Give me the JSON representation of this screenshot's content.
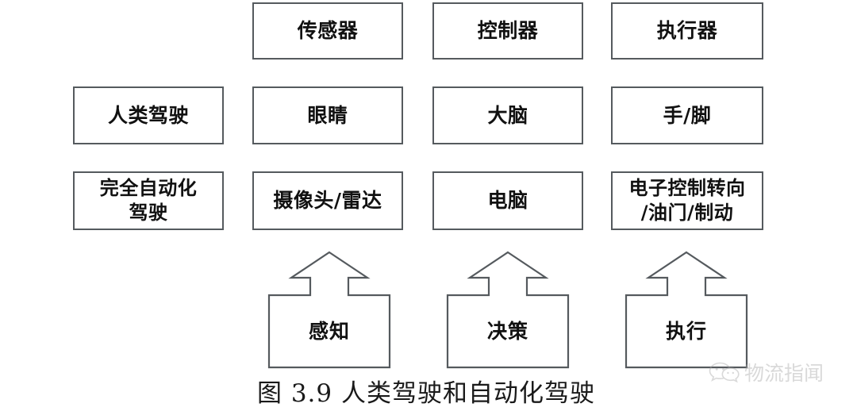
{
  "figure": {
    "caption": "图 3.9  人类驾驶和自动化驾驶",
    "background_color": "#ffffff",
    "box_border_color": "#555a5e",
    "text_color": "#111111"
  },
  "grid": {
    "rows": [
      {
        "id": "function-row",
        "row_label": "",
        "cells": [
          {
            "label": "",
            "present": false
          },
          {
            "label": "传感器",
            "present": true
          },
          {
            "label": "控制器",
            "present": true
          },
          {
            "label": "执行器",
            "present": true
          }
        ]
      },
      {
        "id": "human-driving-row",
        "row_label": "人类驾驶",
        "cells": [
          {
            "label": "人类驾驶",
            "present": true
          },
          {
            "label": "眼睛",
            "present": true
          },
          {
            "label": "大脑",
            "present": true
          },
          {
            "label": "手/脚",
            "present": true
          }
        ]
      },
      {
        "id": "full-automation-row",
        "row_label": "完全自动化驾驶",
        "cells": [
          {
            "label": "完全自动化\n驾驶",
            "present": true
          },
          {
            "label": "摄像头/雷达",
            "present": true
          },
          {
            "label": "电脑",
            "present": true
          },
          {
            "label": "电子控制转向\n/油门/制动",
            "present": true
          }
        ]
      }
    ]
  },
  "arrows": [
    {
      "label": "感知",
      "direction": "up",
      "icon": "block-arrow-up-icon"
    },
    {
      "label": "决策",
      "direction": "up",
      "icon": "block-arrow-up-icon"
    },
    {
      "label": "执行",
      "direction": "up",
      "icon": "block-arrow-up-icon"
    }
  ],
  "watermark": {
    "text": "物流指闻",
    "icon": "wechat-logo-icon",
    "color": "#a6a6a6"
  }
}
